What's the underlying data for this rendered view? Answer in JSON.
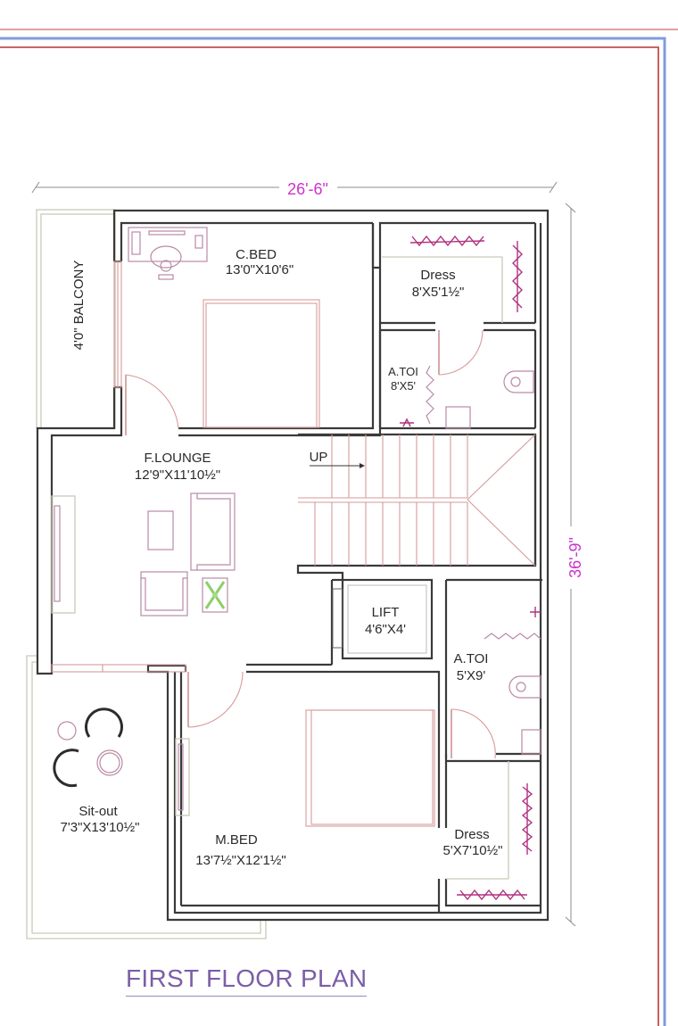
{
  "drawing": {
    "title": "FIRST FLOOR PLAN",
    "colors": {
      "wall": "#3a3a3a",
      "dimension_text": "#cc33cc",
      "title": "#7b5ea7",
      "furniture": "#b98aa6",
      "door_window": "#d79a9a",
      "border_red": "#c0504d",
      "border_blue": "#7f9be0",
      "plant": "#8ccf6a"
    },
    "dimensions": {
      "overall_width": "26'-6\"",
      "overall_depth": "36'-9\""
    },
    "rooms": [
      {
        "id": "c_bed",
        "name": "C.BED",
        "size": "13'0\"X10'6\""
      },
      {
        "id": "dress_1",
        "name": "Dress",
        "size": "8'X5'1½\""
      },
      {
        "id": "a_toi_1",
        "name": "A.TOI",
        "size": "8'X5'"
      },
      {
        "id": "balcony",
        "name": "4'0\" BALCONY",
        "size": ""
      },
      {
        "id": "f_lounge",
        "name": "F.LOUNGE",
        "size": "12'9\"X11'10½\""
      },
      {
        "id": "lift",
        "name": "LIFT",
        "size": "4'6\"X4'"
      },
      {
        "id": "a_toi_2",
        "name": "A.TOI",
        "size": "5'X9'"
      },
      {
        "id": "sit_out",
        "name": "Sit-out",
        "size": "7'3\"X13'10½\""
      },
      {
        "id": "m_bed",
        "name": "M.BED",
        "size": "13'7½\"X12'1½\""
      },
      {
        "id": "dress_2",
        "name": "Dress",
        "size": "5'X7'10½\""
      }
    ],
    "stair": {
      "label": "UP"
    }
  }
}
